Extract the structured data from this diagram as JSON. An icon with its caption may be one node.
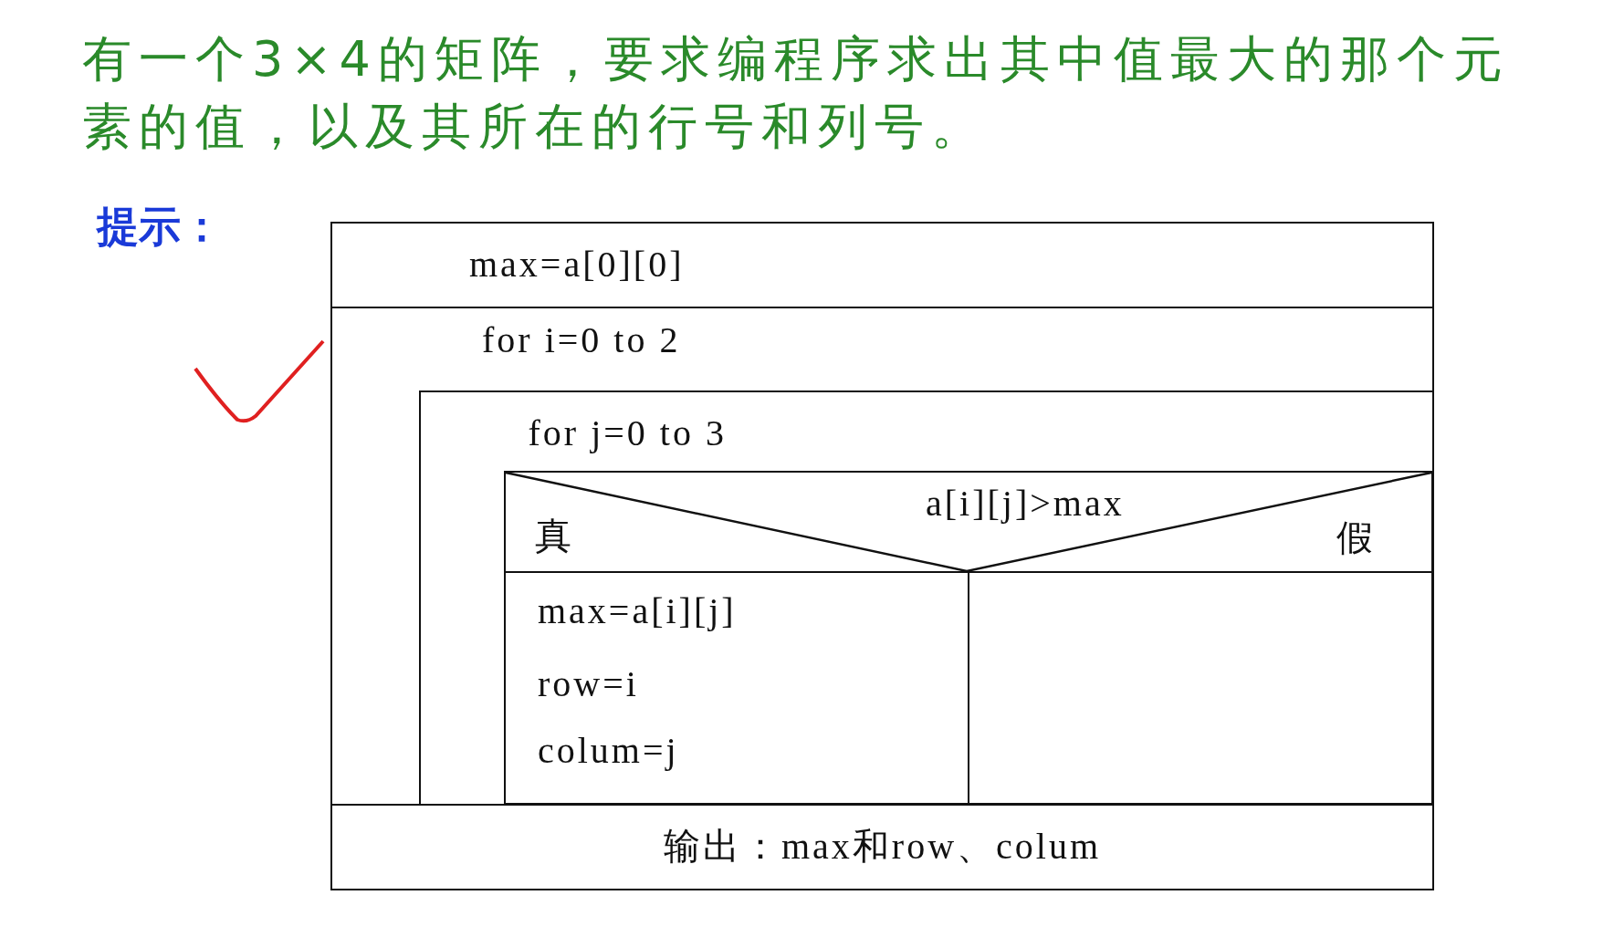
{
  "diagram": {
    "title": "有一个3×4的矩阵，要求编程序求出其中值最大的那个元素的值，以及其所在的行号和列号。",
    "nodes": [
      {
        "text": [
          "max=a[0][0]"
        ]
      },
      {
        "text": [
          "for i=0 to 2"
        ]
      },
      {
        "text": [
          "for j=0 to 3"
        ],
        "in": 1
      },
      {
        "text": [
          "a[i][j]>max",
          "真",
          "假"
        ],
        "in": 2
      },
      {
        "text": [
          "max=a[i][j]",
          "row=i",
          "colum=j"
        ],
        "in": 2
      },
      {
        "text": [],
        "shape": "box",
        "in": 2
      },
      {
        "text": [
          "输出：max和row、colum"
        ]
      }
    ],
    "labels": [
      "提示："
    ]
  }
}
